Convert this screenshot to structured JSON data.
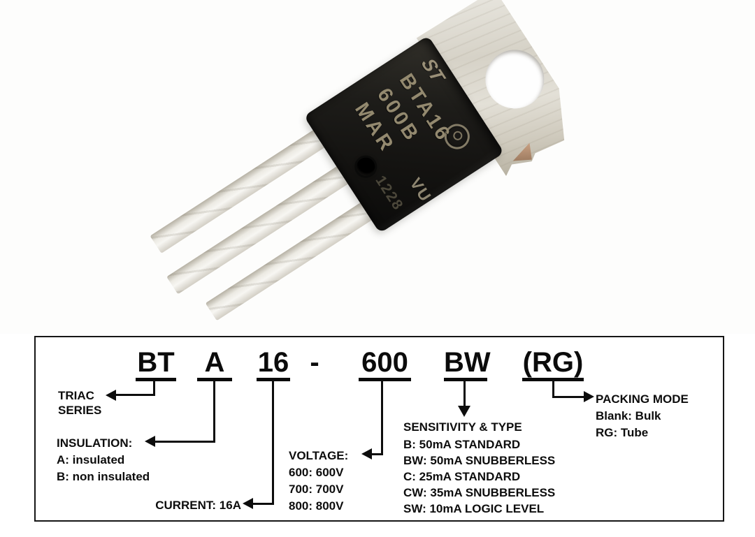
{
  "photo": {
    "chip": {
      "logo": "ST",
      "marking_line1": "BTA16",
      "marking_line2": "600B",
      "marking_line3": "MAR",
      "side_code": "VU",
      "date_code": "1228"
    },
    "colors": {
      "body": "#141311",
      "tab": "#d6d2c7",
      "legs": "#eceae3",
      "marking": "#93896f"
    }
  },
  "diagram": {
    "border_color": "#161616",
    "line_color": "#0d0d0d",
    "part_number": {
      "segments": [
        {
          "id": "series",
          "text": "BT"
        },
        {
          "id": "insulation",
          "text": "A"
        },
        {
          "id": "current",
          "text": "16"
        },
        {
          "id": "dash",
          "text": "-"
        },
        {
          "id": "voltage",
          "text": "600"
        },
        {
          "id": "sensitivity",
          "text": "BW"
        },
        {
          "id": "packing",
          "text": "(RG)"
        }
      ]
    },
    "labels": {
      "series": {
        "line1": "TRIAC",
        "line2": "SERIES"
      },
      "insulation": {
        "title": "INSULATION:",
        "options": [
          "A: insulated",
          "B: non insulated"
        ]
      },
      "current": {
        "text": "CURRENT: 16A"
      },
      "voltage": {
        "title": "VOLTAGE:",
        "options": [
          "600: 600V",
          "700: 700V",
          "800: 800V"
        ]
      },
      "sensitivity": {
        "title": "SENSITIVITY & TYPE",
        "options": [
          "B: 50mA STANDARD",
          "BW: 50mA SNUBBERLESS",
          "C: 25mA STANDARD",
          "CW: 35mA SNUBBERLESS",
          "SW: 10mA LOGIC LEVEL"
        ]
      },
      "packing": {
        "title": "PACKING MODE",
        "options": [
          "Blank: Bulk",
          "RG: Tube"
        ]
      }
    }
  }
}
